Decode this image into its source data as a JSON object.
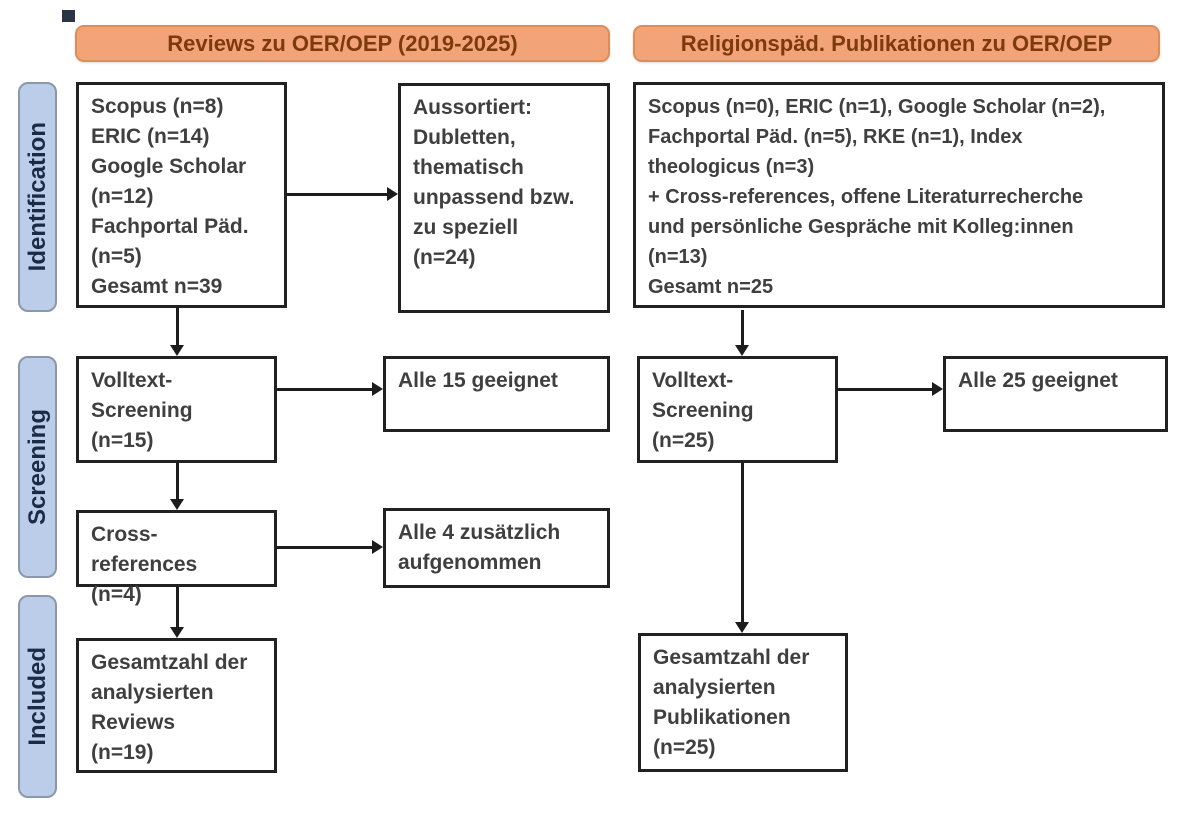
{
  "colors": {
    "headerFill": "#f2a478",
    "headerBorder": "#dd8e58",
    "headerText": "#7e3a0f",
    "stageFill": "#bccdea",
    "stageBorder": "#8b98ab",
    "stageText": "#1c2b45",
    "boxBorder": "#212121",
    "boxText": "#3f3f3f",
    "arrow": "#1c1c1c",
    "bg": "#ffffff"
  },
  "headers": {
    "reviews": "Reviews zu OER/OEP (2019-2025)",
    "religionspaed": "Religionspäd. Publikationen zu OER/OEP"
  },
  "stages": {
    "identification": "Identification",
    "screening": "Screening",
    "included": "Included"
  },
  "reviews_column": {
    "sources": "Scopus (n=8)\nERIC (n=14)\nGoogle Scholar\n(n=12)\nFachportal Päd.\n(n=5)\nGesamt n=39",
    "excluded": "Aussortiert:\nDubletten,\nthematisch\nunpassend bzw.\nzu speziell\n(n=24)",
    "fulltext_screening": "Volltext-\nScreening\n(n=15)",
    "all_suitable": "Alle 15 geeignet",
    "cross_references": "Cross-references\n(n=4)",
    "added": "Alle 4 zusätzlich\naufgenommen",
    "total": "Gesamtzahl der\nanalysierten\nReviews\n(n=19)"
  },
  "religionspaed_column": {
    "sources": "Scopus (n=0), ERIC (n=1), Google Scholar (n=2),\nFachportal Päd. (n=5), RKE (n=1), Index\ntheologicus (n=3)\n+ Cross-references, offene Literaturrecherche\nund persönliche Gespräche mit Kolleg:innen\n(n=13)\nGesamt n=25",
    "fulltext_screening": "Volltext-\nScreening\n(n=25)",
    "all_suitable": "Alle 25 geeignet",
    "total": "Gesamtzahl der\nanalysierten\nPublikationen\n(n=25)"
  }
}
